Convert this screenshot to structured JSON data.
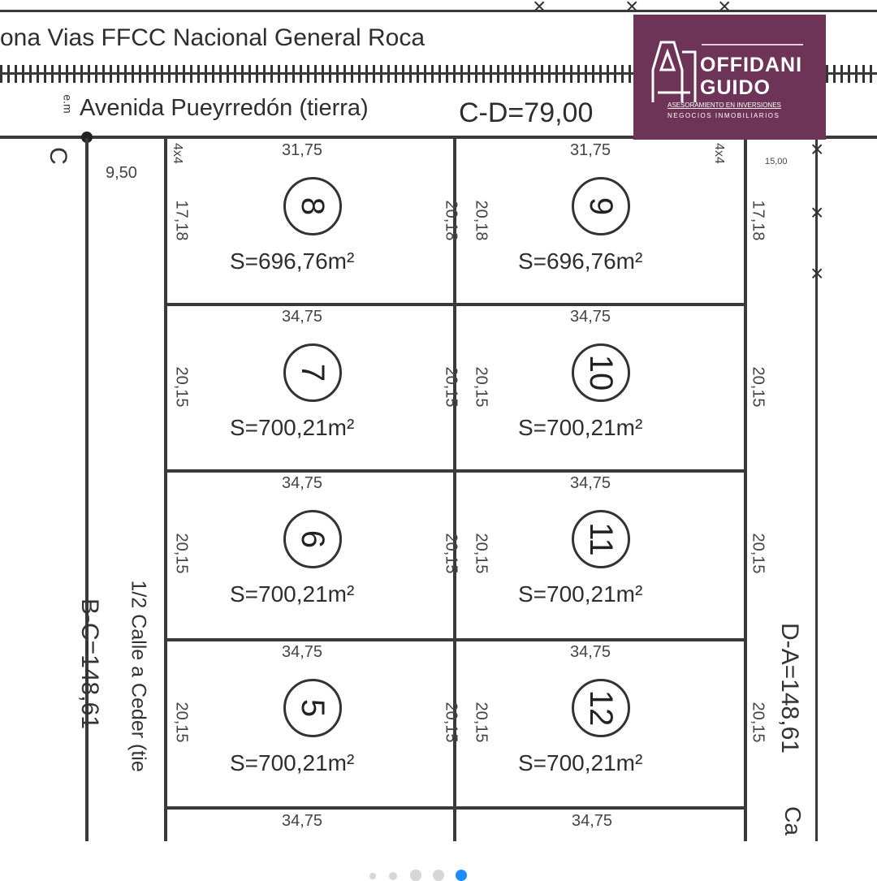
{
  "plan": {
    "railway_label": "ona Vias FFCC Nacional General Roca",
    "avenue_label": "Avenida Pueyrredón (tierra)",
    "cd_label": "C-D=79,00",
    "corner_c": "C",
    "corner_em": "e.m",
    "left_width": "9,50",
    "right_width": "15,00",
    "bc_label": "B-C=148,61",
    "da_label": "D-A=148,61",
    "half_street": "1/2 Calle a Ceder (tie",
    "right_street": "Ca",
    "chamfer": "4x4",
    "lots": [
      {
        "num": "8",
        "area": "S=696,76m²",
        "top": "31,75",
        "left": "17,18",
        "right": "20,18"
      },
      {
        "num": "9",
        "area": "S=696,76m²",
        "top": "31,75",
        "left": "20,18",
        "right": "17,18"
      },
      {
        "num": "7",
        "area": "S=700,21m²",
        "top": "34,75",
        "left": "20,15",
        "right": "20,15"
      },
      {
        "num": "10",
        "area": "S=700,21m²",
        "top": "34,75",
        "left": "20,15",
        "right": "20,15"
      },
      {
        "num": "6",
        "area": "S=700,21m²",
        "top": "34,75",
        "left": "20,15",
        "right": "20,15"
      },
      {
        "num": "11",
        "area": "S=700,21m²",
        "top": "34,75",
        "left": "20,15",
        "right": "20,15"
      },
      {
        "num": "5",
        "area": "S=700,21m²",
        "top": "34,75",
        "left": "20,15",
        "right": "20,15"
      },
      {
        "num": "12",
        "area": "S=700,21m²",
        "top": "34,75",
        "left": "20,15",
        "right": "20,15"
      }
    ],
    "bottom_dims": [
      "34,75",
      "34,75"
    ]
  },
  "logo": {
    "line1": "OFFIDANI",
    "line2": "GUIDO",
    "tagline1": "ASESORAMIENTO EN INVERSIONES",
    "tagline2": "NEGOCIOS INMOBILIARIOS",
    "color": "#6e3457"
  },
  "carousel": {
    "count": 5,
    "active": 5,
    "active_color": "#1a8cff"
  }
}
